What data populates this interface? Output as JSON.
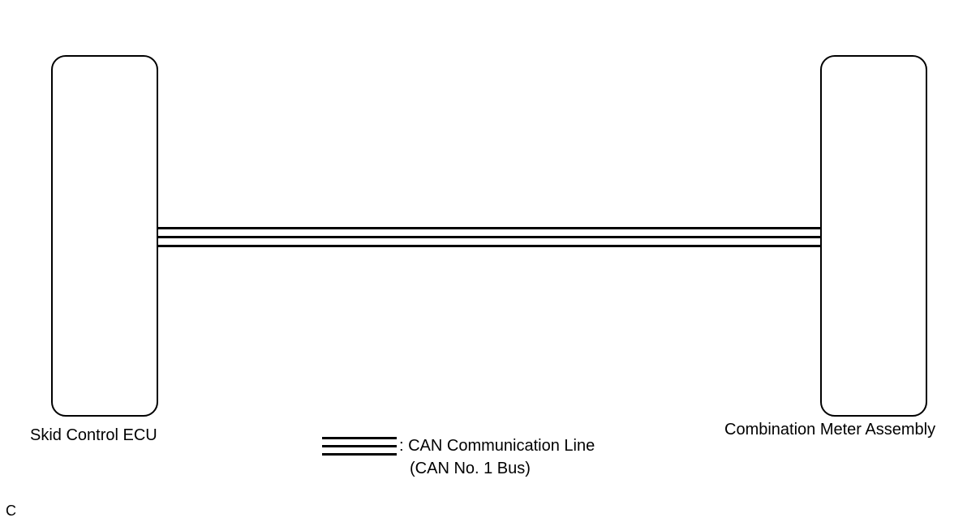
{
  "diagram": {
    "nodes": [
      {
        "id": "skid-control-ecu",
        "label": "Skid Control ECU"
      },
      {
        "id": "combination-meter-assembly",
        "label": "Combination Meter Assembly"
      }
    ],
    "connection": {
      "from": "skid-control-ecu",
      "to": "combination-meter-assembly",
      "type": "CAN Communication Line"
    },
    "legend": {
      "line1": ": CAN Communication Line",
      "line2": "(CAN No. 1 Bus)"
    },
    "corner_mark": "C",
    "colors": {
      "stroke": "#000000",
      "background": "#ffffff"
    }
  }
}
